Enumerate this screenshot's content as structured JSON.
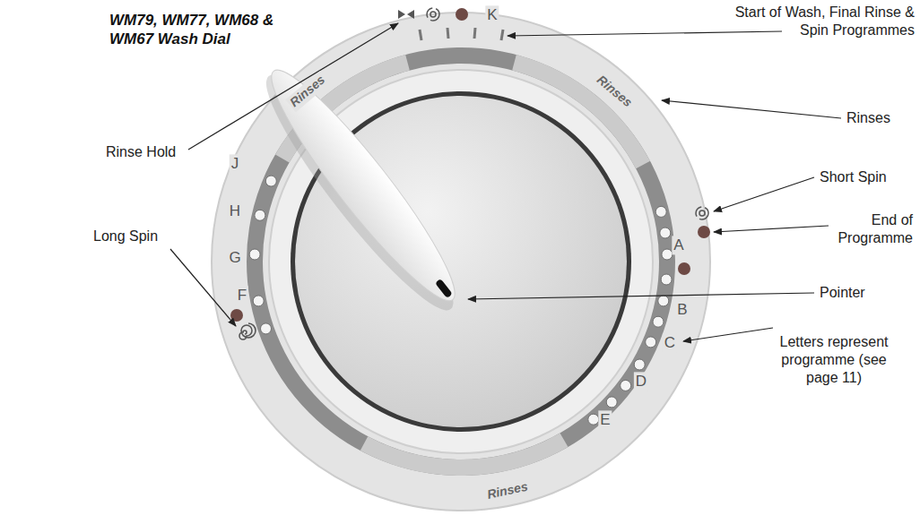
{
  "diagram": {
    "title": "WM79, WM77, WM68 & WM67 Wash Dial",
    "labels": [
      "Rinse Hold",
      "Start of Wash, Final Rinse & Spin Programmes",
      "Rinses",
      "Short Spin",
      "End of Programme",
      "Pointer",
      "Long Spin",
      "Letters represent programme (see page 11)",
      "K",
      "Rinses",
      "Rinses",
      "J",
      "H",
      "G",
      "F",
      "A",
      "B",
      "C",
      "D",
      "E",
      "Rinses"
    ]
  }
}
